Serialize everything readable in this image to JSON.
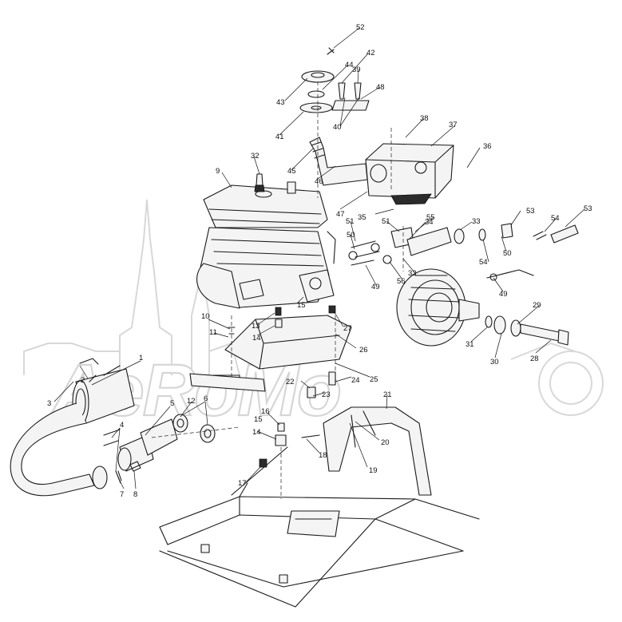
{
  "watermark": {
    "text": "AeRoMo"
  },
  "callouts": [
    {
      "id": "1",
      "label": "1"
    },
    {
      "id": "2",
      "label": "2"
    },
    {
      "id": "3",
      "label": "3"
    },
    {
      "id": "4",
      "label": "4"
    },
    {
      "id": "5",
      "label": "5"
    },
    {
      "id": "6",
      "label": "6"
    },
    {
      "id": "7",
      "label": "7"
    },
    {
      "id": "8",
      "label": "8"
    },
    {
      "id": "9",
      "label": "9"
    },
    {
      "id": "10",
      "label": "10"
    },
    {
      "id": "11",
      "label": "11"
    },
    {
      "id": "12",
      "label": "12"
    },
    {
      "id": "13",
      "label": "13"
    },
    {
      "id": "14a",
      "label": "14"
    },
    {
      "id": "14b",
      "label": "14"
    },
    {
      "id": "15a",
      "label": "15"
    },
    {
      "id": "15b",
      "label": "15"
    },
    {
      "id": "16",
      "label": "16"
    },
    {
      "id": "17",
      "label": "17"
    },
    {
      "id": "18",
      "label": "18"
    },
    {
      "id": "19",
      "label": "19"
    },
    {
      "id": "20",
      "label": "20"
    },
    {
      "id": "21",
      "label": "21"
    },
    {
      "id": "22",
      "label": "22"
    },
    {
      "id": "23",
      "label": "23"
    },
    {
      "id": "24",
      "label": "24"
    },
    {
      "id": "25",
      "label": "25"
    },
    {
      "id": "26",
      "label": "26"
    },
    {
      "id": "27",
      "label": "27"
    },
    {
      "id": "28",
      "label": "28"
    },
    {
      "id": "29",
      "label": "29"
    },
    {
      "id": "30",
      "label": "30"
    },
    {
      "id": "31",
      "label": "31"
    },
    {
      "id": "32",
      "label": "32"
    },
    {
      "id": "33a",
      "label": "33"
    },
    {
      "id": "33b",
      "label": "33"
    },
    {
      "id": "34",
      "label": "34"
    },
    {
      "id": "35",
      "label": "35"
    },
    {
      "id": "36",
      "label": "36"
    },
    {
      "id": "37",
      "label": "37"
    },
    {
      "id": "38",
      "label": "38"
    },
    {
      "id": "39",
      "label": "39"
    },
    {
      "id": "40",
      "label": "40"
    },
    {
      "id": "41",
      "label": "41"
    },
    {
      "id": "42",
      "label": "42"
    },
    {
      "id": "43",
      "label": "43"
    },
    {
      "id": "44",
      "label": "44"
    },
    {
      "id": "45",
      "label": "45"
    },
    {
      "id": "46",
      "label": "46"
    },
    {
      "id": "47",
      "label": "47"
    },
    {
      "id": "48",
      "label": "48"
    },
    {
      "id": "49a",
      "label": "49"
    },
    {
      "id": "49b",
      "label": "49"
    },
    {
      "id": "50a",
      "label": "50"
    },
    {
      "id": "50b",
      "label": "50"
    },
    {
      "id": "51a",
      "label": "51"
    },
    {
      "id": "51b",
      "label": "51"
    },
    {
      "id": "52",
      "label": "52"
    },
    {
      "id": "53a",
      "label": "53"
    },
    {
      "id": "53b",
      "label": "53"
    },
    {
      "id": "54a",
      "label": "54"
    },
    {
      "id": "54b",
      "label": "54"
    },
    {
      "id": "55",
      "label": "55"
    },
    {
      "id": "56",
      "label": "56"
    }
  ]
}
